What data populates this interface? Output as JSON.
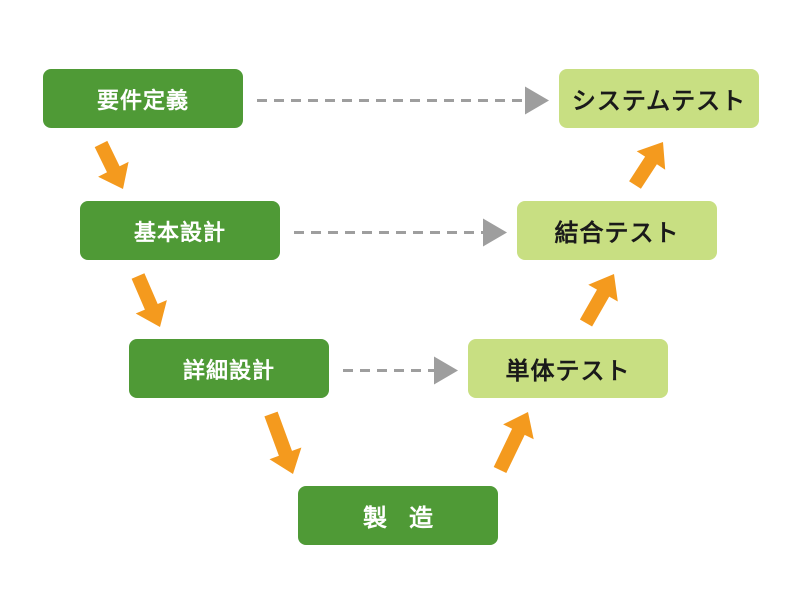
{
  "colors": {
    "dev_box": "#4f9a36",
    "dev_text": "#ffffff",
    "test_box": "#c8df82",
    "test_text": "#1a1a1a",
    "flow_arrow": "#f49a1e",
    "dashed_link": "#9e9e9e"
  },
  "development_steps": [
    {
      "id": "requirements",
      "label": "要件定義"
    },
    {
      "id": "basic-design",
      "label": "基本設計"
    },
    {
      "id": "detailed-design",
      "label": "詳細設計"
    },
    {
      "id": "manufacturing",
      "label": "製造"
    }
  ],
  "test_steps": [
    {
      "id": "unit-test",
      "label": "単体テスト"
    },
    {
      "id": "integration-test",
      "label": "結合テスト"
    },
    {
      "id": "system-test",
      "label": "システムテスト"
    }
  ],
  "correspondences": [
    {
      "from": "requirements",
      "to": "system-test"
    },
    {
      "from": "basic-design",
      "to": "integration-test"
    },
    {
      "from": "detailed-design",
      "to": "unit-test"
    }
  ],
  "flow_arrows": [
    {
      "from": "requirements",
      "to": "basic-design"
    },
    {
      "from": "basic-design",
      "to": "detailed-design"
    },
    {
      "from": "detailed-design",
      "to": "manufacturing"
    },
    {
      "from": "manufacturing",
      "to": "unit-test"
    },
    {
      "from": "unit-test",
      "to": "integration-test"
    },
    {
      "from": "integration-test",
      "to": "system-test"
    }
  ]
}
